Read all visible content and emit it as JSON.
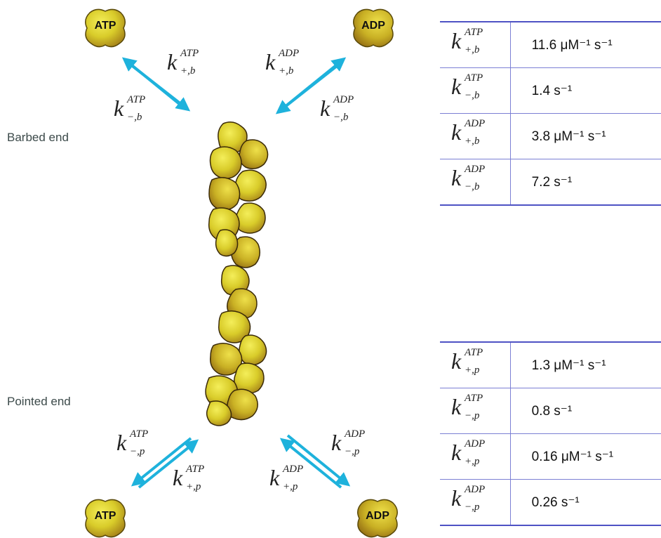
{
  "labels": {
    "barbed_end": "Barbed end",
    "pointed_end": "Pointed end"
  },
  "molecules": {
    "atp": "ATP",
    "adp": "ADP"
  },
  "arrow_labels": {
    "tl_on": {
      "sup": "ATP",
      "sub": "+,b"
    },
    "tl_off": {
      "sup": "ATP",
      "sub": "−,b"
    },
    "tr_on": {
      "sup": "ADP",
      "sub": "+,b"
    },
    "tr_off": {
      "sup": "ADP",
      "sub": "−,b"
    },
    "bl_off": {
      "sup": "ATP",
      "sub": "−,p"
    },
    "bl_on": {
      "sup": "ATP",
      "sub": "+,p"
    },
    "br_off": {
      "sup": "ADP",
      "sub": "−,p"
    },
    "br_on": {
      "sup": "ADP",
      "sub": "+,p"
    }
  },
  "barbed_table": [
    {
      "sup": "ATP",
      "sub": "+,b",
      "value": "11.6 μM⁻¹ s⁻¹"
    },
    {
      "sup": "ATP",
      "sub": "−,b",
      "value": "1.4 s⁻¹"
    },
    {
      "sup": "ADP",
      "sub": "+,b",
      "value": "3.8 μM⁻¹ s⁻¹"
    },
    {
      "sup": "ADP",
      "sub": "−,b",
      "value": "7.2 s⁻¹"
    }
  ],
  "pointed_table": [
    {
      "sup": "ATP",
      "sub": "+,p",
      "value": "1.3 μM⁻¹ s⁻¹"
    },
    {
      "sup": "ATP",
      "sub": "−,p",
      "value": "0.8 s⁻¹"
    },
    {
      "sup": "ADP",
      "sub": "+,p",
      "value": "0.16 μM⁻¹ s⁻¹"
    },
    {
      "sup": "ADP",
      "sub": "−,p",
      "value": "0.26 s⁻¹"
    }
  ],
  "colors": {
    "arrow": "#1eb2dc",
    "subunit_light": "#e8e23a",
    "subunit_dark": "#b89418",
    "table_rule": "#4e52c4"
  }
}
